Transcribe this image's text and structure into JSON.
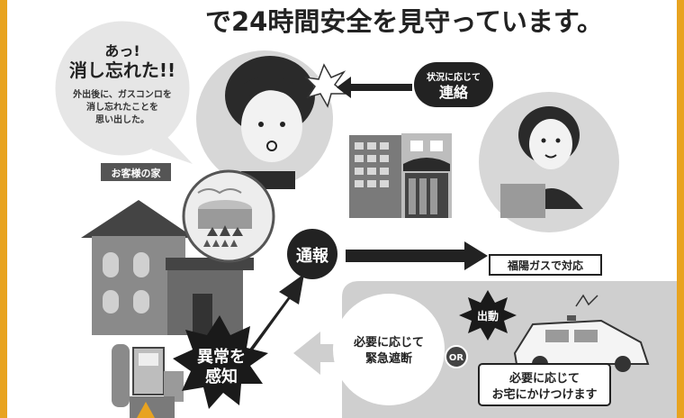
{
  "header": {
    "text": "で24時間安全を見守っています。"
  },
  "customer": {
    "bubble_title_1": "あっ!",
    "bubble_title_2": "消し忘れた!!",
    "bubble_body_1": "外出後に、ガスコンロを",
    "bubble_body_2": "消し忘れたことを",
    "bubble_body_3": "思い出した。",
    "home_label": "お客様の家"
  },
  "contact_arrow": {
    "line1": "状況に応じて",
    "line2": "連絡"
  },
  "report_arrow": {
    "label": "通報"
  },
  "operator": {
    "label": "福陽ガスで対応"
  },
  "alert": {
    "line1": "異常を",
    "line2": "感知"
  },
  "shutoff": {
    "line1": "必要に応じて",
    "line2": "緊急遮断"
  },
  "or_label": "OR",
  "dispatch": {
    "label": "出動"
  },
  "visit": {
    "line1": "必要に応じて",
    "line2": "お宅にかけつけます"
  },
  "colors": {
    "accent": "#e8a320",
    "dark": "#1a1a1a",
    "gray": "#cfcfcf",
    "panel_bg": "#ffffff"
  }
}
